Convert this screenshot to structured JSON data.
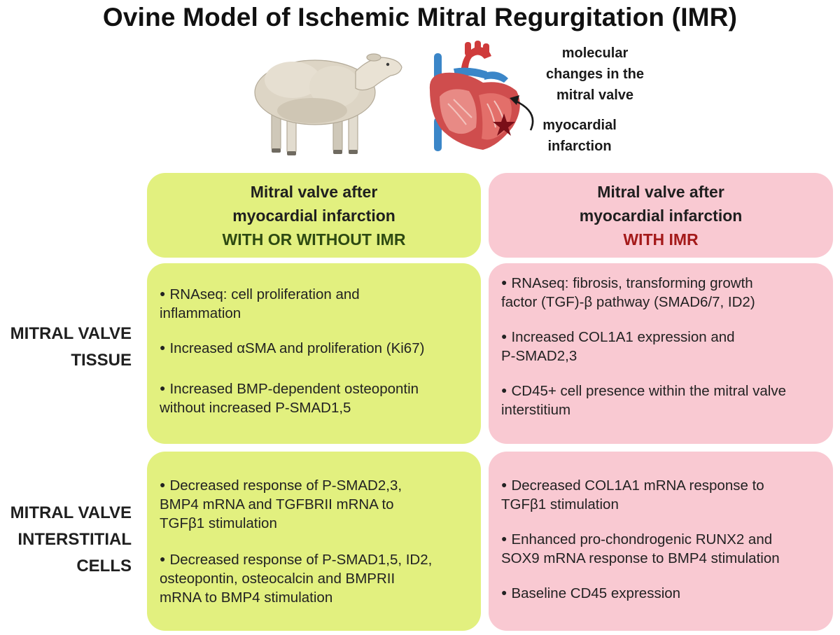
{
  "title": "Ovine Model of Ischemic Mitral Regurgitation (IMR)",
  "annotations": {
    "molecular_lines": [
      "molecular",
      "changes in the",
      "mitral valve"
    ],
    "infarction_lines": [
      "myocardial",
      "infarction"
    ]
  },
  "columns": [
    {
      "line1": "Mitral valve after",
      "line2": "myocardial infarction",
      "subtitle": "WITH OR WITHOUT IMR",
      "color": "#e2f07f",
      "subtitle_color": "#2e4a12"
    },
    {
      "line1": "Mitral valve after",
      "line2": "myocardial infarction",
      "subtitle": "WITH IMR",
      "color": "#f9c9d2",
      "subtitle_color": "#a41a1a"
    }
  ],
  "rows": [
    {
      "label_lines": [
        "MITRAL VALVE",
        "TISSUE"
      ]
    },
    {
      "label_lines": [
        "MITRAL VALVE",
        "INTERSTITIAL",
        "CELLS"
      ]
    }
  ],
  "cells": {
    "tissue_green": [
      [
        "RNAseq: cell proliferation and",
        "inflammation"
      ],
      [
        "Increased αSMA and proliferation (Ki67)"
      ],
      [
        "Increased BMP-dependent osteopontin",
        "without increased P-SMAD1,5"
      ]
    ],
    "tissue_pink": [
      [
        "RNAseq: fibrosis, transforming growth",
        "factor (TGF)-β pathway (SMAD6/7, ID2)"
      ],
      [
        "Increased COL1A1 expression and",
        "P-SMAD2,3"
      ],
      [
        "CD45+ cell presence within the mitral valve",
        "interstitium"
      ]
    ],
    "cells_green": [
      [
        "Decreased response of P-SMAD2,3,",
        "BMP4 mRNA and TGFBRII mRNA to",
        "TGFβ1 stimulation"
      ],
      [
        "Decreased response of P-SMAD1,5, ID2,",
        "osteopontin, osteocalcin and BMPRII",
        "mRNA to BMP4 stimulation"
      ]
    ],
    "cells_pink": [
      [
        "Decreased  COL1A1 mRNA response to",
        "TGFβ1 stimulation"
      ],
      [
        "Enhanced pro-chondrogenic RUNX2 and",
        "SOX9 mRNA response to BMP4 stimulation"
      ],
      [
        "Baseline CD45 expression"
      ]
    ]
  }
}
